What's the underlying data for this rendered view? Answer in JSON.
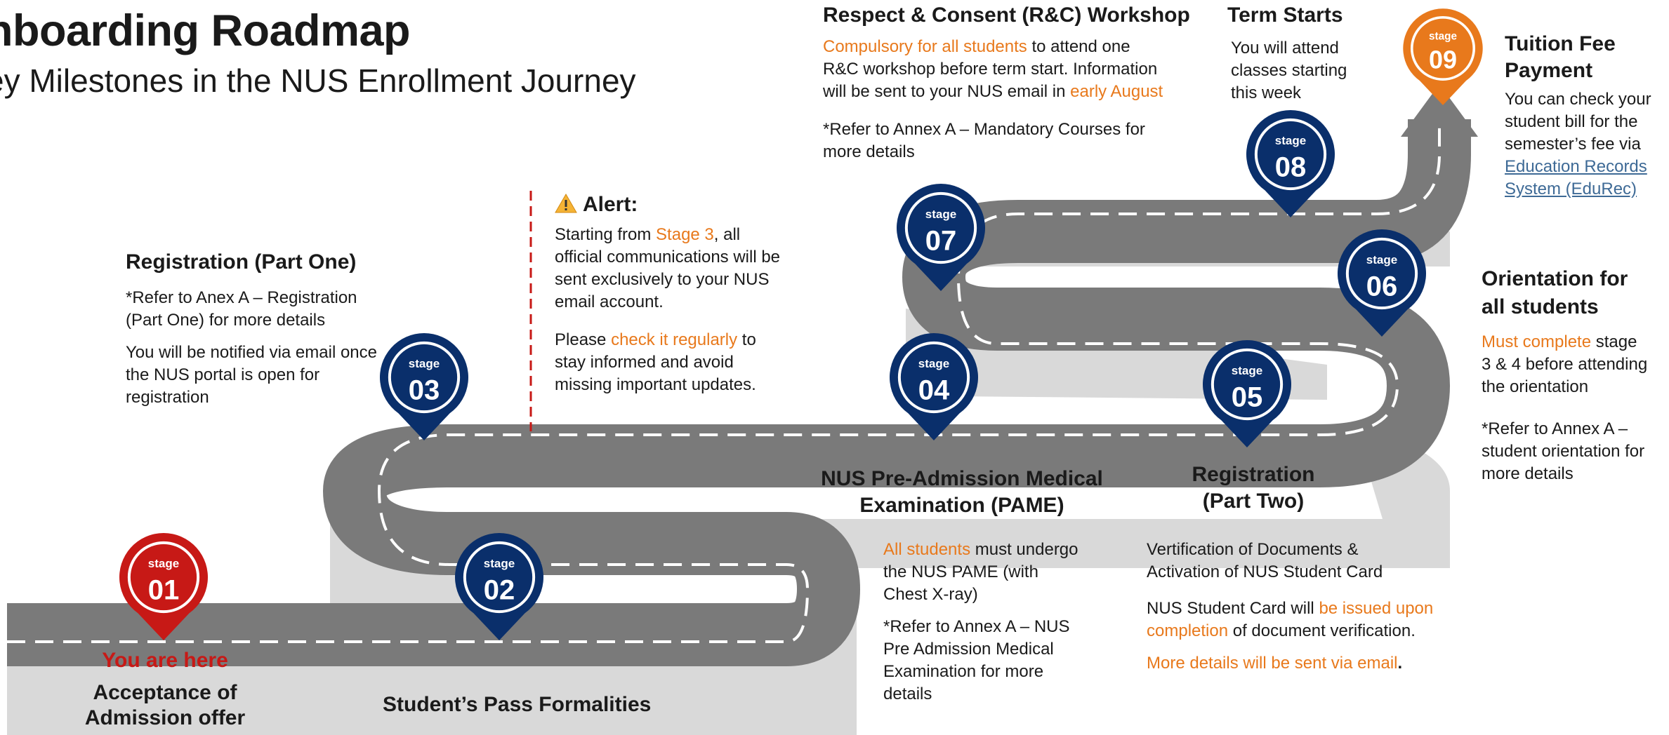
{
  "header": {
    "title": "nboarding Roadmap",
    "subtitle": "ey Milestones in the NUS Enrollment Journey"
  },
  "colors": {
    "stage_blue": "#0a2f6b",
    "current_red": "#c71916",
    "final_orange": "#e8791c",
    "highlight": "#e8791c",
    "road": "#7a7a7a",
    "road_shadow": "#d9d9d9"
  },
  "pins": [
    {
      "word": "stage",
      "num": "01",
      "state": "current"
    },
    {
      "word": "stage",
      "num": "02",
      "state": "upcoming"
    },
    {
      "word": "stage",
      "num": "03",
      "state": "upcoming"
    },
    {
      "word": "stage",
      "num": "04",
      "state": "upcoming"
    },
    {
      "word": "stage",
      "num": "05",
      "state": "upcoming"
    },
    {
      "word": "stage",
      "num": "06",
      "state": "upcoming"
    },
    {
      "word": "stage",
      "num": "07",
      "state": "upcoming"
    },
    {
      "word": "stage",
      "num": "08",
      "state": "upcoming"
    },
    {
      "word": "stage",
      "num": "09",
      "state": "final"
    }
  ],
  "stage01": {
    "marker": "You are here",
    "title_line1": "Acceptance of",
    "title_line2": "Admission offer"
  },
  "stage02": {
    "title": "Student’s Pass Formalities"
  },
  "stage03": {
    "title": "Registration (Part One)",
    "note": "*Refer to Anex A – Registration (Part One) for more details",
    "body": "You will be notified via email once the NUS portal is open for registration"
  },
  "alert": {
    "icon": "warning-icon",
    "title": "Alert:",
    "p1_a": "Starting from ",
    "p1_hl": "Stage 3",
    "p1_b": ", all official communications will be sent exclusively to your NUS email account.",
    "p2_a": "Please ",
    "p2_hl": "check it regularly",
    "p2_b": " to stay informed and avoid missing important updates."
  },
  "stage04": {
    "title_line1": "NUS Pre-Admission Medical",
    "title_line2": "Examination (PAME)",
    "p1_hl": "All students",
    "p1_b": " must undergo the NUS PAME (with Chest X-ray)",
    "note": "*Refer to Annex A – NUS Pre Admission Medical Examination for more details"
  },
  "stage05": {
    "title_line1": "Registration",
    "title_line2": "(Part Two)",
    "p1": "Vertification of Documents & Activation of NUS Student Card",
    "p2_a": "NUS Student Card will ",
    "p2_hl": "be issued upon completion",
    "p2_b": " of document verification.",
    "p3_hl": "More details will be sent via email",
    "p3_b": "."
  },
  "stage06": {
    "title_line1": "Orientation for",
    "title_line2": "all students",
    "p1_hl": "Must complete",
    "p1_b": " stage 3 & 4  before attending the orientation",
    "note": "*Refer to Annex A – student orientation for more details"
  },
  "stage07": {
    "title": "Respect & Consent (R&C) Workshop",
    "p1_hl": "Compulsory for all students",
    "p1_b": " to attend one R&C workshop before term start. Information will be sent to your NUS email in ",
    "p1_hl2": "early August",
    "note": "*Refer to Annex A – Mandatory Courses for more details"
  },
  "stage08": {
    "title": "Term Starts",
    "body": "You will attend classes starting this week"
  },
  "stage09": {
    "title_line1": "Tuition Fee",
    "title_line2": "Payment",
    "body": "You can check your student bill for the semester’s fee via ",
    "link": "Education Records System (EduRec)"
  }
}
